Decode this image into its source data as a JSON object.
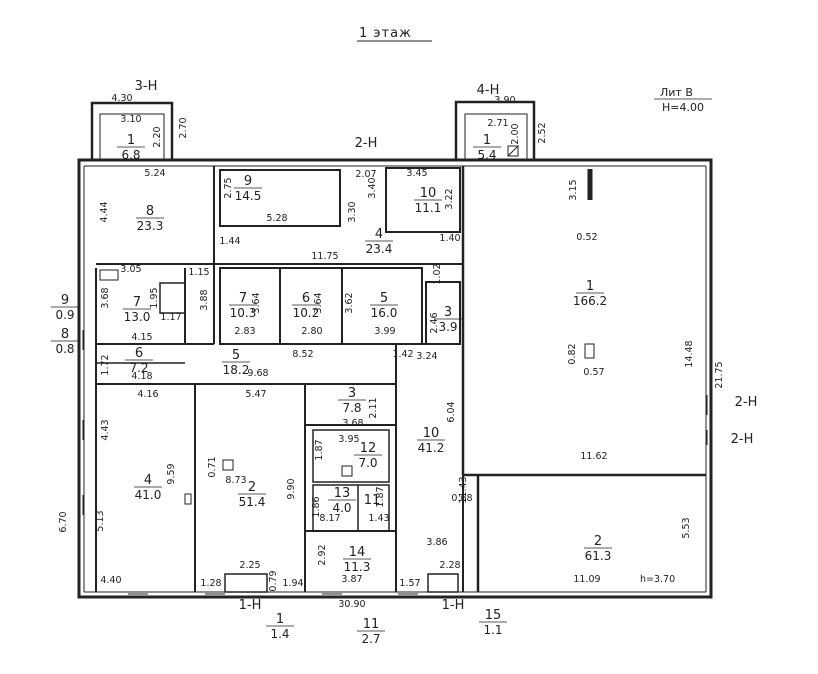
{
  "title": "1 этаж",
  "litera": {
    "name": "Лит В",
    "height": "Н=4.00"
  },
  "entrances": [
    "3-Н",
    "4-Н",
    "2-Н",
    "1-Н",
    "1-Н",
    "2-Н",
    "2-Н"
  ],
  "rooms": [
    {
      "no": "1",
      "area": "6.8"
    },
    {
      "no": "1",
      "area": "5.4"
    },
    {
      "no": "9",
      "area": "14.5"
    },
    {
      "no": "10",
      "area": "11.1"
    },
    {
      "no": "8",
      "area": "23.3"
    },
    {
      "no": "4",
      "area": "23.4"
    },
    {
      "no": "1",
      "area": "166.2"
    },
    {
      "no": "7",
      "area": "13.0"
    },
    {
      "no": "7",
      "area": "10.3"
    },
    {
      "no": "6",
      "area": "10.2"
    },
    {
      "no": "5",
      "area": "16.0"
    },
    {
      "no": "3",
      "area": "3.9"
    },
    {
      "no": "6",
      "area": "7.2"
    },
    {
      "no": "5",
      "area": "18.2"
    },
    {
      "no": "3",
      "area": "7.8"
    },
    {
      "no": "10",
      "area": "41.2"
    },
    {
      "no": "12",
      "area": "7.0"
    },
    {
      "no": "4",
      "area": "41.0"
    },
    {
      "no": "2",
      "area": "51.4"
    },
    {
      "no": "13",
      "area": "4.0"
    },
    {
      "no": "11",
      "area": ""
    },
    {
      "no": "14",
      "area": "11.3"
    },
    {
      "no": "2",
      "area": "61.3"
    },
    {
      "no": "9",
      "area": "0.9"
    },
    {
      "no": "8",
      "area": "0.8"
    },
    {
      "no": "1",
      "area": "1.4"
    },
    {
      "no": "11",
      "area": "2.7"
    },
    {
      "no": "15",
      "area": "1.1"
    }
  ],
  "dimensions": [
    "4.30",
    "3.10",
    "2.20",
    "2.70",
    "3.90",
    "2.71",
    "2.00",
    "2.52",
    "2.07",
    "3.45",
    "5.24",
    "2.75",
    "3.30",
    "3.40",
    "3.22",
    "3.15",
    "4.44",
    "5.28",
    "1.44",
    "1.40",
    "0.52",
    "11.75",
    "3.05",
    "1.15",
    "1.95",
    "3.88",
    "3.64",
    "3.64",
    "3.62",
    "1.02",
    "3.68",
    "1.17",
    "2.83",
    "2.80",
    "3.99",
    "2.46",
    "4.15",
    "8.52",
    "1.42",
    "3.24",
    "0.82",
    "14.48",
    "21.75",
    "1.72",
    "4.18",
    "9.68",
    "0.57",
    "4.16",
    "5.47",
    "2.11",
    "3.68",
    "6.04",
    "4.43",
    "3.95",
    "1.87",
    "0.71",
    "8.73",
    "9.59",
    "9.90",
    "11.62",
    "6.70",
    "5.13",
    "1.86",
    "1.87",
    "8.17",
    "1.43",
    "11.43",
    "0.68",
    "5.53",
    "2.92",
    "3.86",
    "2.25",
    "0.79",
    "2.28",
    "4.40",
    "1.28",
    "1.94",
    "3.87",
    "1.57",
    "11.09",
    "30.90"
  ],
  "ceiling_note": "h=3.70"
}
